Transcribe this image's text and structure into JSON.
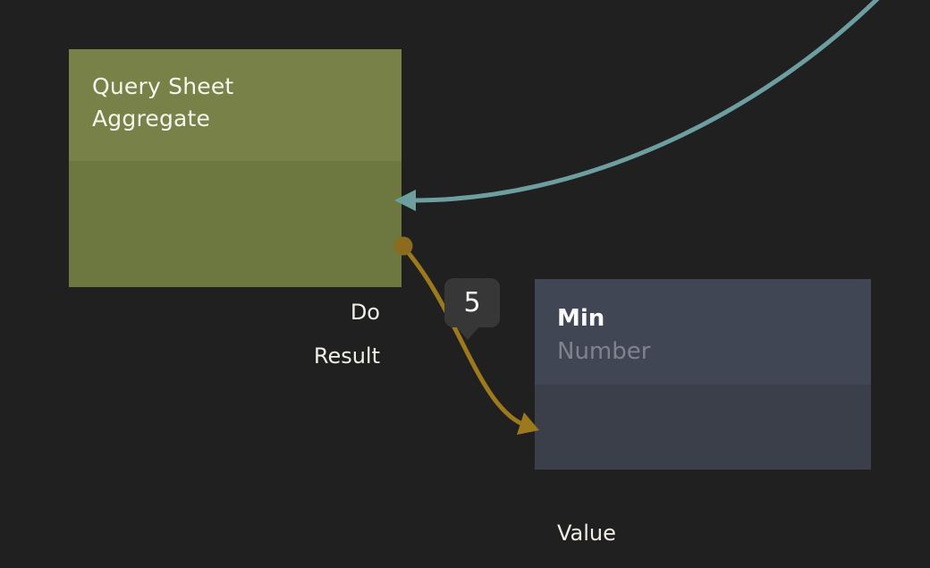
{
  "app": {
    "type": "node-graph-editor"
  },
  "canvas": {
    "background_color": "#202020"
  },
  "nodes": [
    {
      "title": "Query Sheet Aggregate",
      "header_color": "#788148",
      "body_color": "#6d7740",
      "title_color": "#f7f6ee",
      "ports": [
        {
          "label": "Do",
          "direction": "input",
          "connector": "teal-arrow"
        },
        {
          "label": "Result",
          "direction": "output",
          "connector": "gold-dot"
        }
      ]
    },
    {
      "title": "Min",
      "subtitle": "Number",
      "header_color": "#414654",
      "body_color": "#3a3f4a",
      "title_color": "#fbfbfb",
      "subtitle_color": "#7e838e",
      "ports": [
        {
          "label": "Value",
          "direction": "input",
          "connector": "gold-arrow"
        }
      ]
    }
  ],
  "wires": [
    {
      "name": "exec-wire",
      "color": "#6d9fa1",
      "from": "offscreen-top-right",
      "to": "Do"
    },
    {
      "name": "result-wire",
      "color": "#9b791c",
      "connector_dot_color": "#8b6c1f",
      "from": "Result",
      "to": "Value"
    }
  ],
  "badge": {
    "label": "5",
    "background_color": "#373737",
    "text_color": "#fbfbfb"
  }
}
